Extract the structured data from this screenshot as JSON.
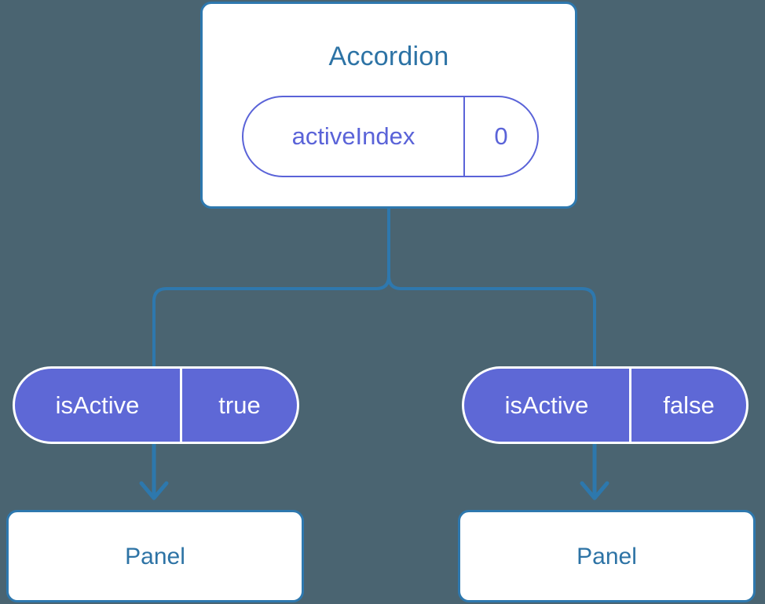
{
  "diagram": {
    "type": "component-tree",
    "background_color": "#4a6471",
    "accent_blue": "#2e78ae",
    "accent_purple": "#5a63d8",
    "pill_fill": "#5e68d6",
    "title_text_color": "#2d73a5"
  },
  "root": {
    "title": "Accordion",
    "state": {
      "key": "activeIndex",
      "value": "0"
    }
  },
  "children": [
    {
      "prop": {
        "key": "isActive",
        "value": "true"
      },
      "component": {
        "title": "Panel"
      }
    },
    {
      "prop": {
        "key": "isActive",
        "value": "false"
      },
      "component": {
        "title": "Panel"
      }
    }
  ]
}
